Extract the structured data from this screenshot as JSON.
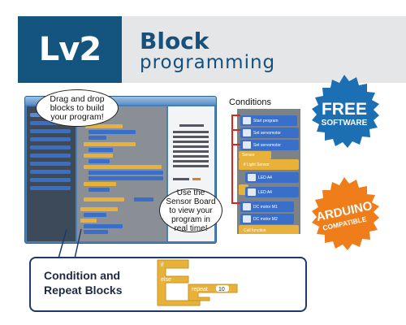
{
  "header": {
    "level_label": "Lv2",
    "title_line1": "Block",
    "title_line2": "programming"
  },
  "bubbles": {
    "drag_drop": "Drag and drop blocks to build your program!",
    "sensor_board": "Use the Sensor Board to view your program in real time!"
  },
  "conditions": {
    "label": "Conditions",
    "blocks": [
      "Start program",
      "Set servomotor",
      "Set servomotor",
      "Sensor",
      "if  Light Sensor",
      "LED  A4",
      "LED  A4",
      "DC motor  M1",
      "DC motor  M2",
      "Call function"
    ]
  },
  "badges": {
    "free_main": "FREE",
    "free_sub": "SOFTWARE",
    "arduino_main": "ARDUINO",
    "arduino_sub": "COMPATIBLE"
  },
  "callout": {
    "title_line1": "Condition and",
    "title_line2": "Repeat Blocks",
    "if_label": "if",
    "else_label": "else",
    "repeat_label": "repeat",
    "repeat_count": "10"
  },
  "colors": {
    "header_blue": "#14557f",
    "header_band": "#e5e6e8",
    "badge_blue": "#1d6fb3",
    "badge_orange": "#ef7d1a",
    "block_yellow": "#e8b13a",
    "block_blue": "#3a6fc9",
    "callout_border": "#1e3a6b"
  }
}
